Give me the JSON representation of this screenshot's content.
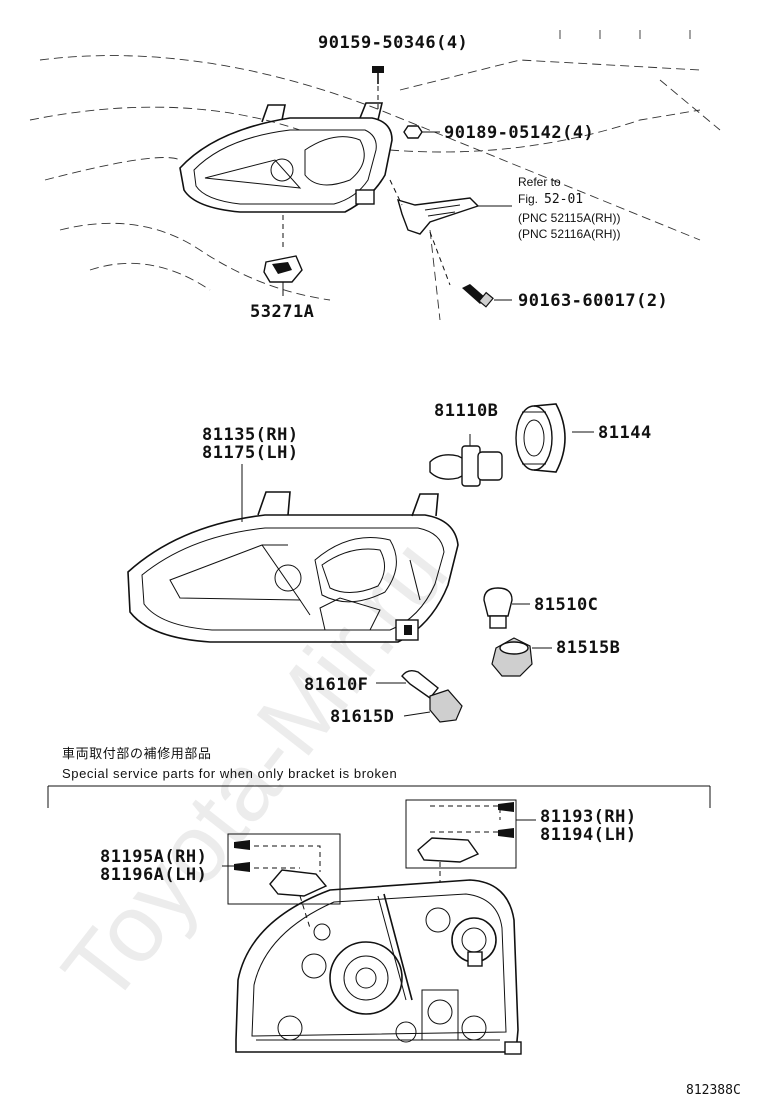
{
  "watermark": "Toyota-Mir.ru",
  "top_assembly": {
    "pn_90159": "90159-50346(4)",
    "pn_90189": "90189-05142(4)",
    "refer_to": "Refer to",
    "fig_prefix": "Fig.",
    "fig_number": "52-01",
    "pnc_rh": "(PNC 52115A(RH))",
    "pnc_lh": "(PNC 52116A(RH))",
    "pn_90163": "90163-60017(2)",
    "pn_53271a": "53271A"
  },
  "headlamp_assembly": {
    "pn_rh": "81135(RH)",
    "pn_lh": "81175(LH)",
    "pn_81110b": "81110B",
    "pn_81144": "81144",
    "pn_81510c": "81510C",
    "pn_81515b": "81515B",
    "pn_81610f": "81610F",
    "pn_81615d": "81615D"
  },
  "special_service": {
    "japanese_caption": "車両取付部の補修用部品",
    "english_caption": "Special service parts for when only bracket is broken",
    "pn_rh_right": "81193(RH)",
    "pn_lh_right": "81194(LH)",
    "pn_rh_left": "81195A(RH)",
    "pn_lh_left": "81196A(LH)"
  },
  "figure_id": "812388C"
}
